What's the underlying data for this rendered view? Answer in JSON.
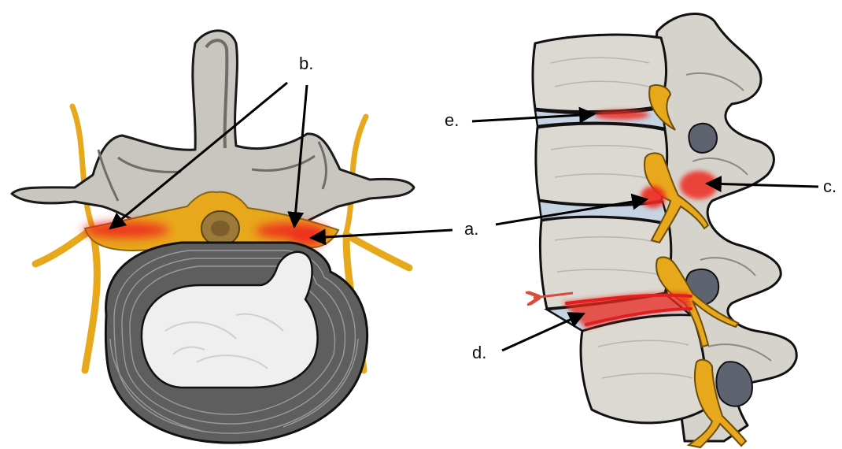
{
  "labels": {
    "a": "a.",
    "b": "b.",
    "c": "c.",
    "d": "d.",
    "e": "e."
  },
  "colors": {
    "bone": "#d6d3cc",
    "bone_dark": "#8c8a86",
    "nerve": "#e8a81c",
    "inflammation": "#ee2a1e",
    "disc": "#c5d3e2",
    "annulus": "#5e5e5e",
    "nucleus": "#f1f1f1",
    "facet_shadow": "#5d6470"
  }
}
